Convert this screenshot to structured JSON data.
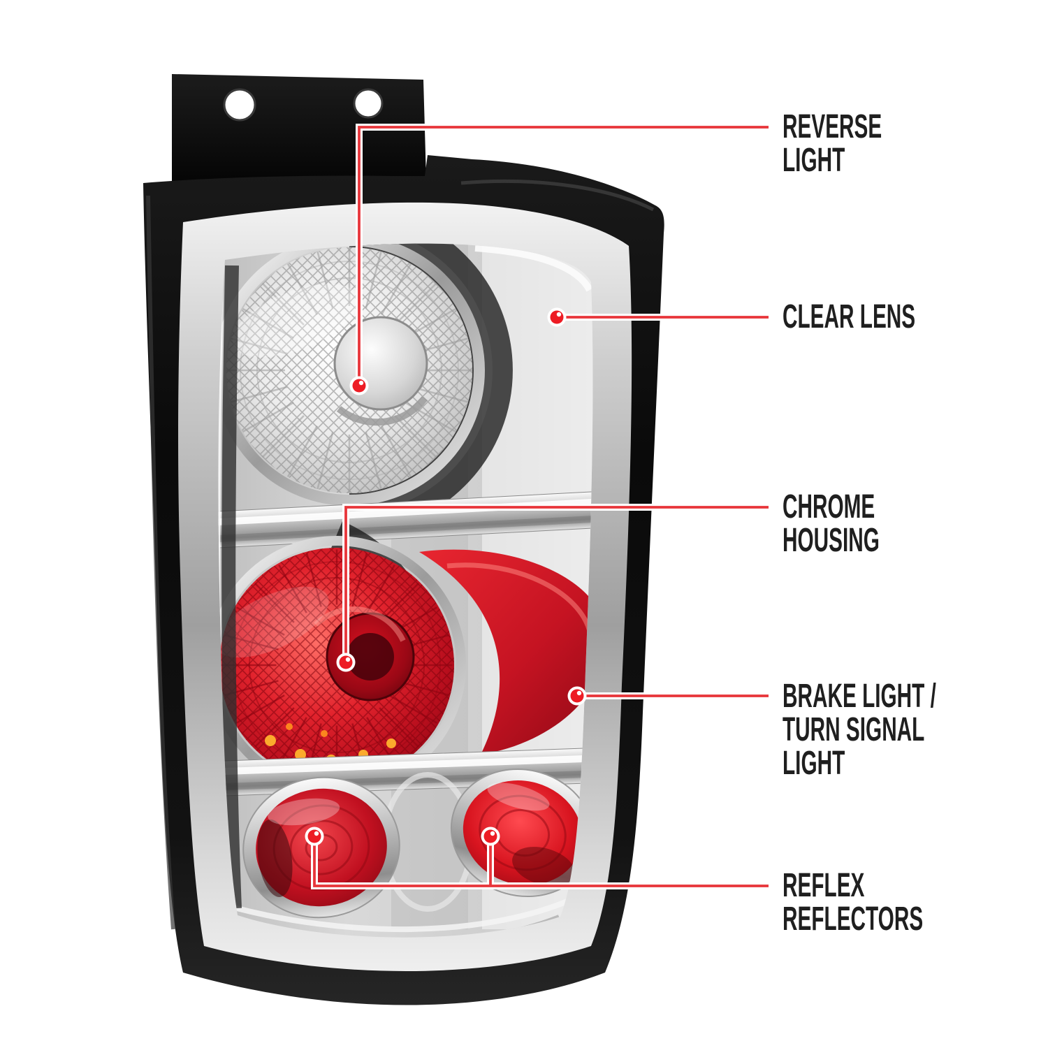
{
  "colors": {
    "background": "#ffffff",
    "accent_red": "#ed1c24",
    "leader_line_red": "#e8353a",
    "label_text": "#1f1f1f"
  },
  "illustration": {
    "name": "chrome-euro-tail-light",
    "parts": [
      "mounting-bracket",
      "reverse-light-lens",
      "clear-lens-area",
      "chrome-housing",
      "brake-turn-signal-lens",
      "reflex-reflector-left",
      "reflex-reflector-right"
    ]
  },
  "callouts": [
    {
      "id": "reverse-light",
      "label": "REVERSE LIGHT"
    },
    {
      "id": "clear-lens",
      "label": "CLEAR LENS"
    },
    {
      "id": "chrome-housing",
      "label": "CHROME HOUSING"
    },
    {
      "id": "brake-turn-signal",
      "label": "BRAKE LIGHT /\nTURN SIGNAL LIGHT"
    },
    {
      "id": "reflex-reflectors",
      "label": "REFLEX REFLECTORS"
    }
  ]
}
